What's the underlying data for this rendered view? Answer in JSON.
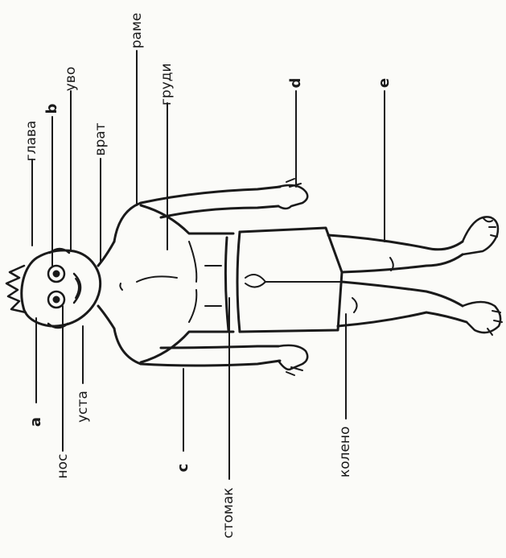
{
  "labels": {
    "a": "a",
    "b": "b",
    "c": "c",
    "d": "d",
    "e": "e",
    "glava": "глава",
    "uvo": "уво",
    "vrat": "врат",
    "rame": "раме",
    "grudi": "груди",
    "nos": "нос",
    "usta": "уста",
    "stomak": "стомак",
    "koleno": "колено"
  },
  "colors": {
    "ink": "#1a1a1a",
    "paper": "#fbfbf8"
  }
}
